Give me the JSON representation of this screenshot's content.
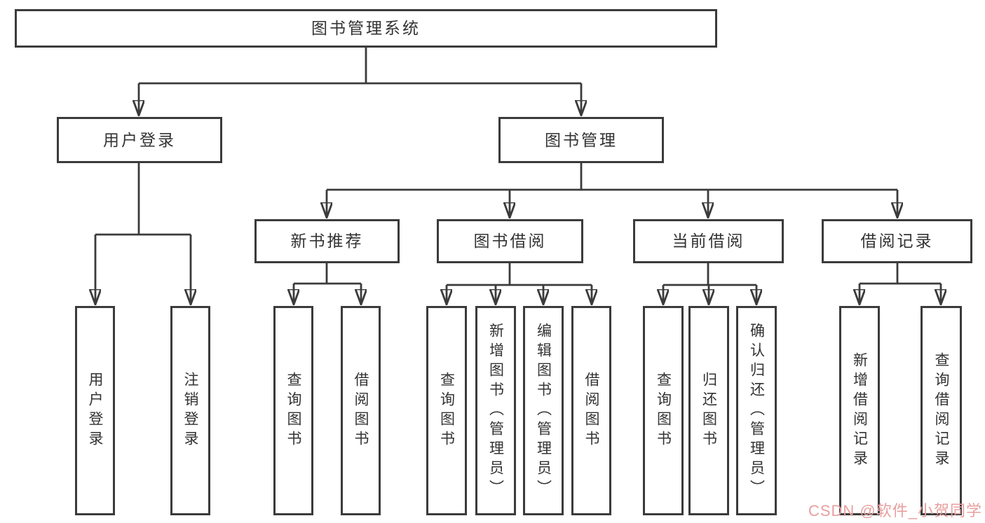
{
  "colors": {
    "line": "#3b3b3b",
    "box-border": "#3b3b3b",
    "text": "#333333",
    "watermark": "#e89f9f"
  },
  "watermark": {
    "text": "CSDN @软件_小贺同学"
  },
  "tree": {
    "root": {
      "label": "图书管理系统"
    },
    "level2": [
      {
        "label": "用户登录",
        "children": [
          {
            "label": "用户登录"
          },
          {
            "label": "注销登录"
          }
        ]
      },
      {
        "label": "图书管理",
        "children": [
          {
            "label": "新书推荐",
            "children": [
              {
                "label": "查询图书"
              },
              {
                "label": "借阅图书"
              }
            ]
          },
          {
            "label": "图书借阅",
            "children": [
              {
                "label": "查询图书"
              },
              {
                "label": "新增图书（管理员）"
              },
              {
                "label": "编辑图书（管理员）"
              },
              {
                "label": "借阅图书"
              }
            ]
          },
          {
            "label": "当前借阅",
            "children": [
              {
                "label": "查询图书"
              },
              {
                "label": "归还图书"
              },
              {
                "label": "确认归还（管理员）"
              }
            ]
          },
          {
            "label": "借阅记录",
            "children": [
              {
                "label": "新增借阅记录"
              },
              {
                "label": "查询借阅记录"
              }
            ]
          }
        ]
      }
    ]
  }
}
